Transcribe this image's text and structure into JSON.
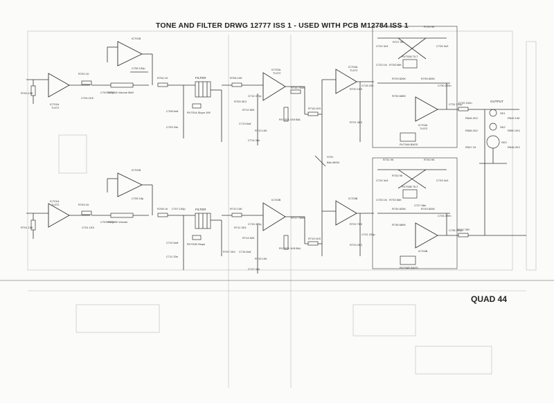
{
  "title": "TONE AND FILTER DRWG 12777 ISS 1 - USED WITH PCB M12784 ISS 1",
  "footer": "QUAD 44",
  "channels": {
    "top": {
      "input_amp": {
        "ref": "IC701A",
        "type": "TL072"
      },
      "buffer_amp": {
        "ref": "IC701B"
      },
      "filter_amp": {
        "ref": "IC702A",
        "type": "TL072"
      },
      "bal_amp": {
        "ref": "IC703A",
        "type": "TL072"
      },
      "tone_amp": {
        "ref": "IC704A",
        "type": "TL072"
      },
      "volume": "RV702A  Volume  5kM",
      "filter_label": "FILTER",
      "slope": "RV701A  Slope  10K",
      "bal_pot": "RV702A  1K8  BAL",
      "tilt": "RV703A TILT",
      "bass": "RV704A BASS",
      "components": [
        "R700 10K",
        "R702 1K",
        "C702 100p",
        "C704 1K5",
        "C706 100p",
        "R704 1K",
        "C708 6n8",
        "C709 33n",
        "R706 10K",
        "R709 3K3",
        "C712 470p",
        "R712 82K",
        "C713 6n8",
        "R713 10K",
        "C714 33n",
        "R716 750K",
        "R718 1K5",
        "R720 1K5",
        "C718 22u",
        "R721 3K3",
        "R724 9K",
        "R727 9K",
        "C722 3n3",
        "C723 1N",
        "R728 56K",
        "R726 9K",
        "C726 3n3",
        "R729 820K",
        "R730 680K",
        "C730 220n",
        "R739 820K",
        "C731 100p",
        "R744 75R",
        "C720 100n"
      ]
    },
    "bottom": {
      "input_amp": {
        "ref": "IC701A",
        "type": "TL072"
      },
      "buffer_amp": {
        "ref": "IC701B"
      },
      "filter_amp": {
        "ref": "IC702B"
      },
      "bal_amp": {
        "ref": "IC703B"
      },
      "tone_amp": {
        "ref": "IC704B"
      },
      "volume": "RV702B  Volume",
      "filter_label": "FILTER",
      "slope": "RV701B  Slope",
      "bal_pot": "RV702B  1K8  BAL",
      "tilt": "RV703B TILT",
      "bass": "RV704B BASS",
      "components": [
        "R701 10K",
        "R703 1K",
        "C703 100p",
        "C701 1K5",
        "C705 15p",
        "R705 1K",
        "C707 100p",
        "C710 6n8",
        "C711 33n",
        "R707 2K2",
        "R710 10K",
        "R711 3K3",
        "C715 470p",
        "R714 82K",
        "C716 6n8",
        "R715 10K",
        "C717 33n",
        "R717 750K",
        "R719 1K5",
        "R722 7K5",
        "C721 220p",
        "R723 2K2",
        "R731 9K",
        "R732 9K",
        "R740 9K",
        "C724 3n3",
        "C725 1N",
        "R733 56K",
        "C727 68n",
        "R734 820K",
        "R736 680K",
        "R743 820K",
        "C733 3n3",
        "C734 220n",
        "C735 100p",
        "R745 75R"
      ]
    }
  },
  "switch": {
    "ref": "S701",
    "label": "BAL/MON"
  },
  "output": {
    "label": "OUTPUT",
    "components": [
      "R546 2K2",
      "R556 2K2",
      "R547 1K",
      "R549 10K",
      "R550 2K2",
      "R548 2K2"
    ],
    "sockets": [
      "SK1",
      "SK2",
      "SK3"
    ]
  }
}
